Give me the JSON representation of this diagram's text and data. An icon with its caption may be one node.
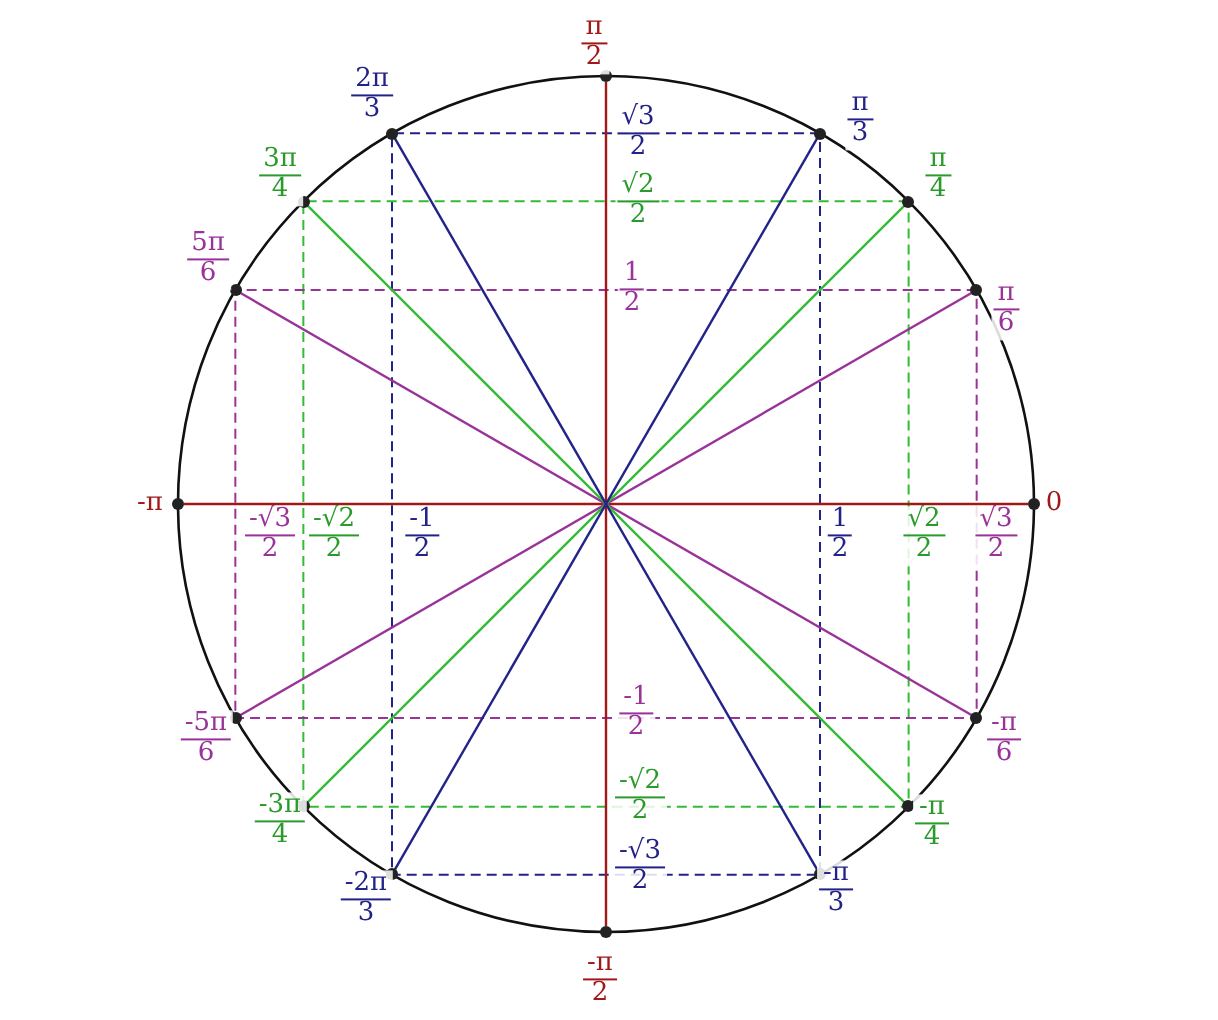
{
  "diagram": {
    "nodes": [
      {
        "text": [],
        "shape": "circle",
        "beside": [
          "0"
        ]
      },
      {
        "text": [],
        "shape": "circle",
        "beside": [
          "π 6"
        ]
      },
      {
        "text": [],
        "shape": "circle",
        "beside": [
          "π 4"
        ]
      },
      {
        "text": [],
        "shape": "circle",
        "beside": [
          "π 3"
        ]
      },
      {
        "text": [],
        "shape": "circle",
        "beside": [
          "π 2"
        ]
      },
      {
        "text": [],
        "shape": "circle",
        "beside": [
          "2π 3"
        ]
      },
      {
        "text": [],
        "shape": "circle",
        "beside": [
          "3π 4"
        ]
      },
      {
        "text": [],
        "shape": "circle",
        "beside": [
          "5π 6"
        ]
      },
      {
        "text": [],
        "shape": "circle",
        "beside": [
          "-π"
        ]
      },
      {
        "text": [],
        "shape": "circle",
        "beside": [
          "-5π 6"
        ]
      },
      {
        "text": [],
        "shape": "circle",
        "beside": [
          "-3π 4"
        ]
      },
      {
        "text": [],
        "shape": "circle",
        "beside": [
          "-2π 3"
        ]
      },
      {
        "text": [],
        "shape": "circle",
        "beside": [
          "-π 2"
        ]
      },
      {
        "text": [],
        "shape": "circle",
        "beside": [
          "-π 3"
        ]
      },
      {
        "text": [],
        "shape": "circle",
        "beside": [
          "-π 4"
        ]
      },
      {
        "text": [],
        "shape": "circle",
        "beside": [
          "-π 6"
        ]
      }
    ],
    "edges": [
      {
        "from": 8,
        "to": 0,
        "arrow": "none",
        "color": "#a01818"
      },
      {
        "from": 4,
        "to": 12,
        "arrow": "none",
        "color": "#a01818"
      },
      {
        "from": 7,
        "to": 15,
        "arrow": "none",
        "color": "#993399"
      },
      {
        "from": 1,
        "to": 9,
        "arrow": "none",
        "color": "#993399"
      },
      {
        "from": 6,
        "to": 14,
        "arrow": "none",
        "color": "#33bb33"
      },
      {
        "from": 2,
        "to": 10,
        "arrow": "none",
        "color": "#33bb33"
      },
      {
        "from": 5,
        "to": 13,
        "arrow": "none",
        "color": "#222288"
      },
      {
        "from": 3,
        "to": 11,
        "arrow": "none",
        "color": "#222288"
      }
    ],
    "labels": [
      "√3 2",
      "√2 2",
      "1 2",
      "-√3 2",
      "-√2 2",
      "-1 2",
      "1 2",
      "√2 2",
      "√3 2",
      "-1 2",
      "-√2 2",
      "-√3 2"
    ]
  }
}
